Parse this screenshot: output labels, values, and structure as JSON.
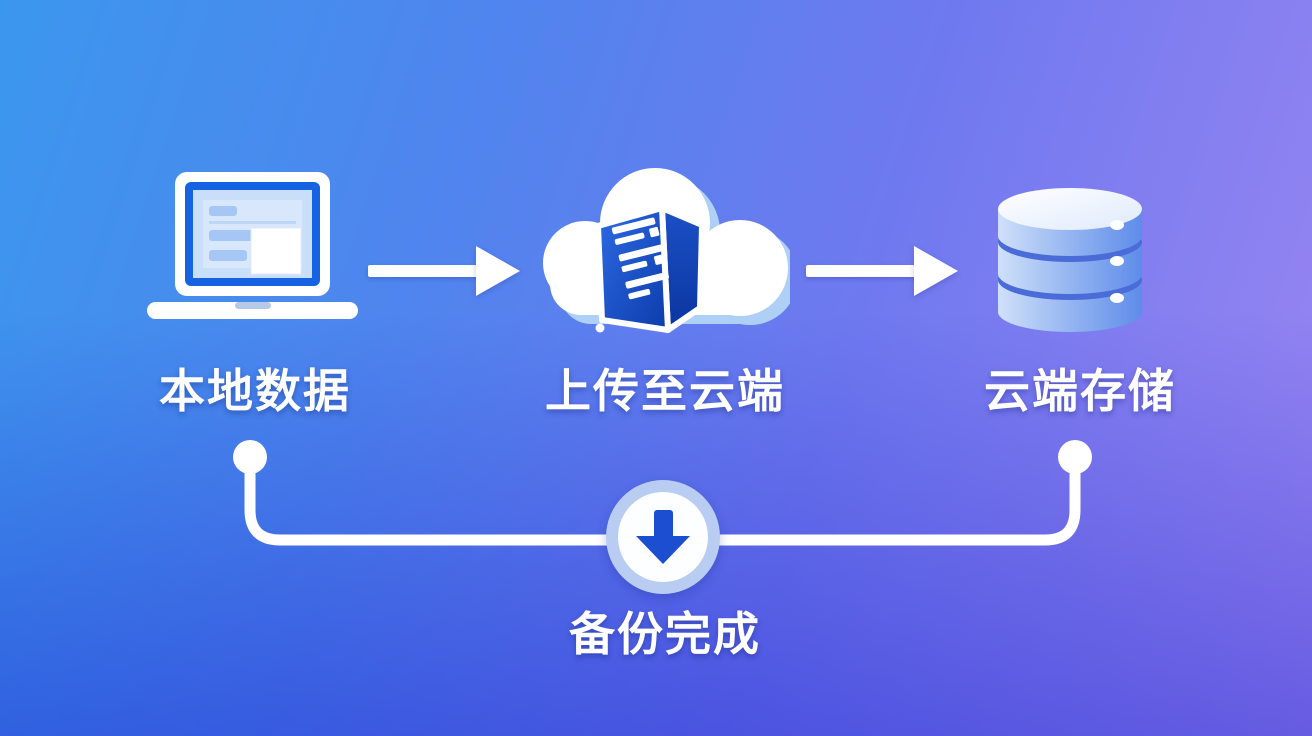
{
  "diagram": {
    "nodes": [
      {
        "id": "local-data",
        "label": "本地数据",
        "icon": "laptop-icon"
      },
      {
        "id": "upload-to-cloud",
        "label": "上传至云端",
        "icon": "cloud-server-icon"
      },
      {
        "id": "cloud-storage",
        "label": "云端存储",
        "icon": "database-icon"
      }
    ],
    "arrows": [
      {
        "from": "本地数据",
        "to": "上传至云端",
        "direction": "right"
      },
      {
        "from": "上传至云端",
        "to": "云端存储",
        "direction": "right"
      }
    ],
    "completion": {
      "label": "备份完成",
      "icon": "down-arrow-badge-icon",
      "connects": [
        "本地数据",
        "云端存储"
      ]
    }
  },
  "colors": {
    "bg_top_left": "#3b97ee",
    "bg_top_right": "#9c86f2",
    "bg_bottom_left": "#1f6ae8",
    "bg_bottom_right": "#4a43d8",
    "flow_white": "#ffffff",
    "icon_blue": "#1c4ed2",
    "light_blue": "#bcd7f6"
  }
}
